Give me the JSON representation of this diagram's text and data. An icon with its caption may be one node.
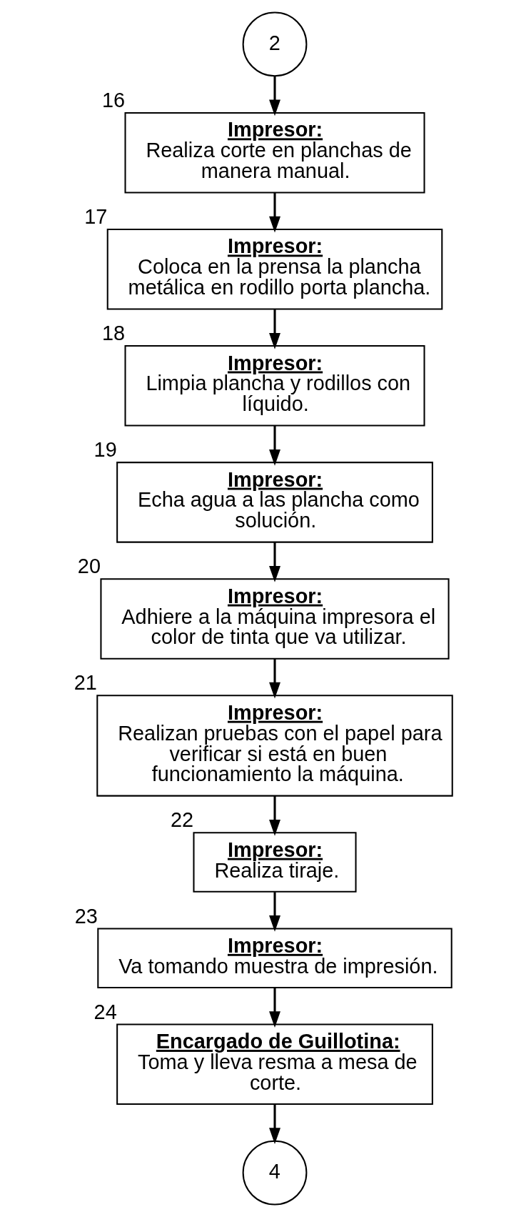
{
  "diagram": {
    "nodes": [
      {
        "text": [
          "2"
        ]
      },
      {
        "text": [
          "Impresor:",
          "Realiza corte en planchas de manera manual."
        ],
        "beside": [
          "16"
        ]
      },
      {
        "text": [
          "Impresor:",
          "Coloca en la prensa la plancha metálica en rodillo porta plancha."
        ],
        "beside": [
          "17"
        ]
      },
      {
        "text": [
          "Impresor:",
          "Limpia plancha y rodillos con líquido."
        ],
        "beside": [
          "18"
        ]
      },
      {
        "text": [
          "Impresor:",
          "Echa agua a las plancha como solución."
        ],
        "beside": [
          "19"
        ]
      },
      {
        "text": [
          "Impresor:",
          "Adhiere a la máquina impresora el color de tinta que va utilizar."
        ],
        "beside": [
          "20"
        ]
      },
      {
        "text": [
          "Impresor:",
          "Realizan pruebas con el papel para verificar si está en buen funcionamiento la máquina."
        ],
        "beside": [
          "21"
        ]
      },
      {
        "text": [
          "Impresor:",
          "Realiza tiraje."
        ],
        "beside": [
          "22"
        ]
      },
      {
        "text": [
          "Impresor:",
          "Va tomando muestra de impresión."
        ],
        "beside": [
          "23"
        ]
      },
      {
        "text": [
          "Encargado de Guillotina:",
          "Toma y lleva resma a mesa de corte."
        ],
        "beside": [
          "24"
        ]
      },
      {
        "text": [
          "4"
        ]
      }
    ],
    "edges": [
      {
        "from": 0,
        "to": 1,
        "arrow": "to"
      },
      {
        "from": 1,
        "to": 2,
        "arrow": "to"
      },
      {
        "from": 2,
        "to": 3,
        "arrow": "to"
      },
      {
        "from": 3,
        "to": 4,
        "arrow": "to"
      },
      {
        "from": 4,
        "to": 5,
        "arrow": "to"
      },
      {
        "from": 5,
        "to": 6,
        "arrow": "to"
      },
      {
        "from": 6,
        "to": 7,
        "arrow": "to"
      },
      {
        "from": 7,
        "to": 8,
        "arrow": "to"
      },
      {
        "from": 8,
        "to": 9,
        "arrow": "to"
      },
      {
        "from": 9,
        "to": 10,
        "arrow": "to"
      }
    ]
  }
}
